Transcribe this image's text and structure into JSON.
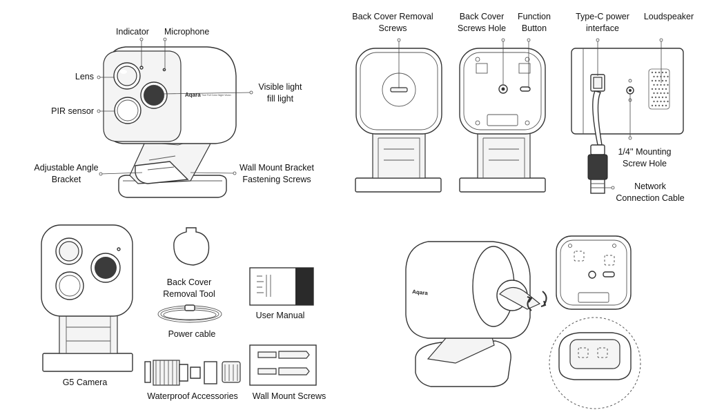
{
  "labels": {
    "indicator": "Indicator",
    "microphone": "Microphone",
    "lens": "Lens",
    "pir_sensor": "PIR sensor",
    "visible_light": "Visible light\nfill light",
    "adjustable_bracket": "Adjustable Angle\nBracket",
    "wall_mount_fastening": "Wall Mount Bracket\nFastening Screws",
    "back_cover_removal_screws": "Back Cover Removal\nScrews",
    "back_cover_screws_hole": "Back Cover\nScrews Hole",
    "function_button": "Function\nButton",
    "type_c": "Type-C power\ninterface",
    "loudspeaker": "Loudspeaker",
    "mounting_hole": "1/4'' Mounting\nScrew Hole",
    "network_cable": "Network\nConnection Cable",
    "back_cover_tool": "Back Cover\nRemoval Tool",
    "user_manual": "User Manual",
    "power_cable": "Power cable",
    "g5_camera": "G5 Camera",
    "waterproof": "Waterproof Accessories",
    "wall_mount_screws": "Wall Mount Screws"
  },
  "brand": "Aqara",
  "brand_tagline": "True Full Color Night Vision",
  "manual_brand": "Aqara",
  "icons": {
    "rotate": "rotate-arrows-icon"
  }
}
